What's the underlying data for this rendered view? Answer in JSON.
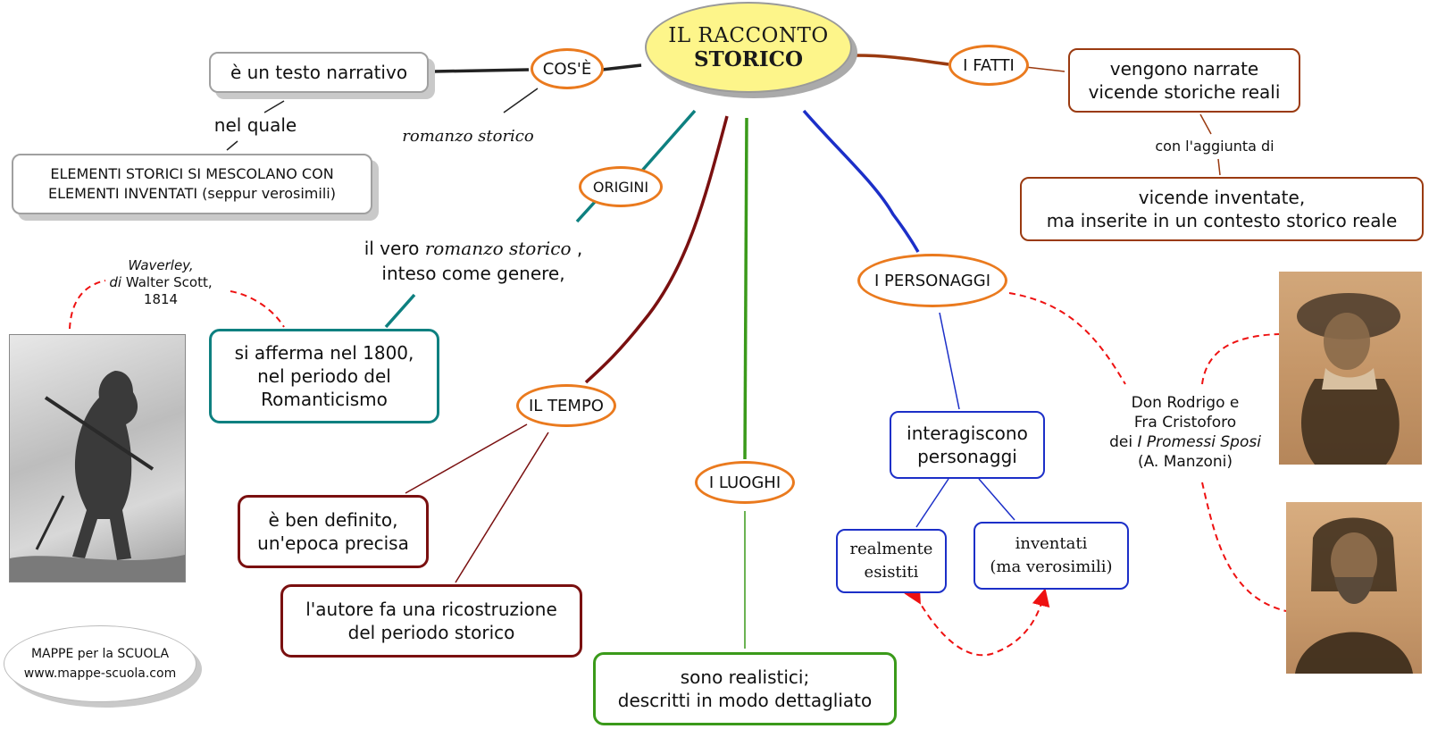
{
  "title": {
    "line1": "IL RACCONTO",
    "line2": "STORICO"
  },
  "cose": {
    "label": "COS'È",
    "definition": "è un testo narrativo",
    "connector": "nel quale",
    "detail": "ELEMENTI STORICI SI MESCOLANO CON\nELEMENTI INVENTATI (seppur verosimili)",
    "note": "romanzo storico"
  },
  "origini": {
    "label": "ORIGINI",
    "intro_part1": "il vero ",
    "intro_italic": "romanzo storico",
    "intro_part2": " ,\ninteso come genere,",
    "result": "si afferma nel 1800,\nnel periodo del\nRomanticismo",
    "image_caption_title": "Waverley,",
    "image_caption_di": "di",
    "image_caption_rest": " Walter Scott,\n1814"
  },
  "tempo": {
    "label": "IL TEMPO",
    "item1": "è ben definito,\nun'epoca precisa",
    "item2": "l'autore fa una ricostruzione\ndel periodo storico"
  },
  "luoghi": {
    "label": "I LUOGHI",
    "item": "sono realistici;\ndescritti in modo dettagliato"
  },
  "fatti": {
    "label": "I FATTI",
    "item1": "vengono narrate\nvicende storiche reali",
    "connector": "con l'aggiunta di",
    "item2": "vicende inventate,\nma inserite in un contesto storico reale"
  },
  "personaggi": {
    "label": "I PERSONAGGI",
    "item": "interagiscono\npersonaggi",
    "sub1": "realmente\nesistiti",
    "sub2": "inventati\n(ma verosimili)",
    "example_line1": "Don Rodrigo e\nFra Cristoforo\ndei ",
    "example_italic": "I Promessi Sposi",
    "example_line2": "\n(A. Manzoni)"
  },
  "footer": {
    "line1": "MAPPE per la SCUOLA",
    "line2": "www.mappe-scuola.com"
  },
  "colors": {
    "orange": "#ea7a1e",
    "teal": "#0e8080",
    "maroon": "#7a1010",
    "green": "#3a9a1a",
    "blue": "#1c2fc8",
    "brown": "#9a3a10",
    "title_fill": "#fdf58a",
    "red_dash": "#e11"
  }
}
